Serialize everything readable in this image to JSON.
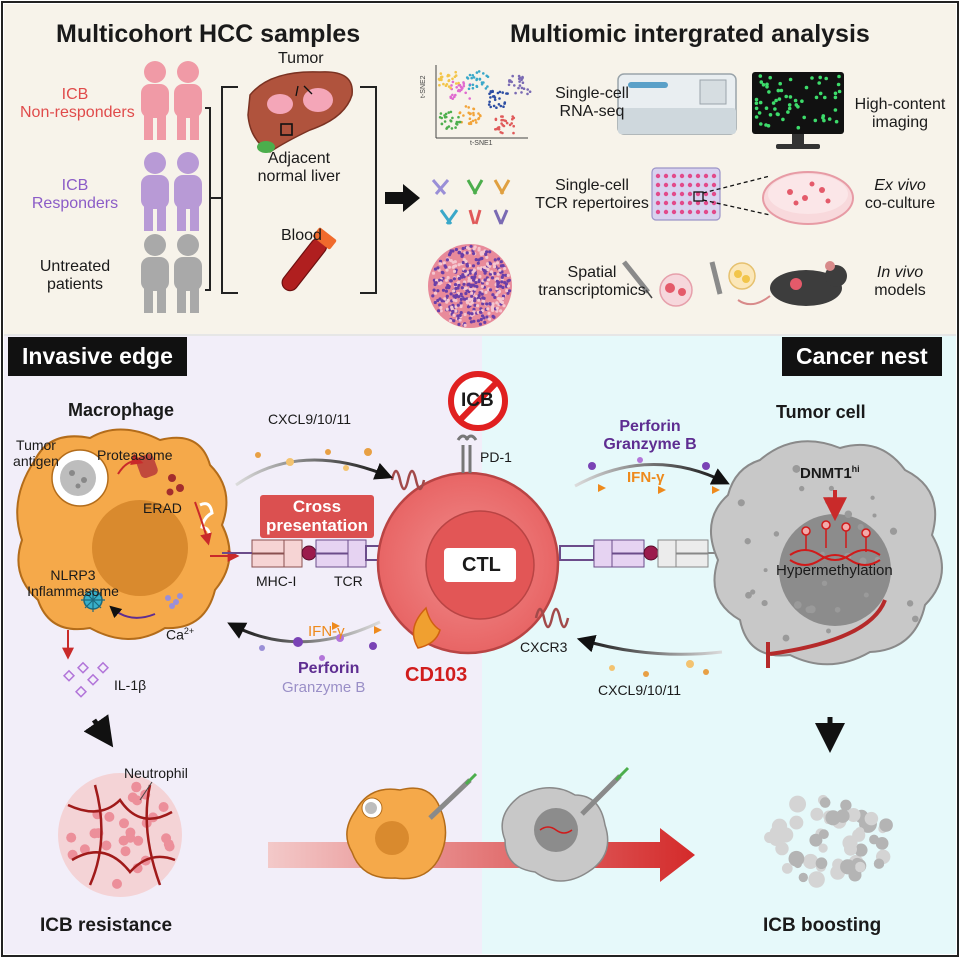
{
  "top": {
    "left_title": "Multicohort HCC samples",
    "right_title": "Multiomic intergrated analysis",
    "cohorts": {
      "non_responders": [
        "ICB",
        "Non-responders"
      ],
      "responders": [
        "ICB",
        "Responders"
      ],
      "untreated": [
        "Untreated",
        "patients"
      ]
    },
    "samples": {
      "tumor": "Tumor",
      "adjacent": [
        "Adjacent",
        "normal liver"
      ],
      "blood": "Blood"
    },
    "tsne": {
      "xlabel": "t-SNE1",
      "ylabel": "t-SNE2"
    },
    "methods": {
      "scrna": [
        "Single-cell",
        "RNA-seq"
      ],
      "tcr": [
        "Single-cell",
        "TCR repertoires"
      ],
      "spatial": [
        "Spatial",
        "transcriptomics"
      ]
    },
    "validations": {
      "imaging": [
        "High-content",
        "imaging"
      ],
      "exvivo_italic": "Ex vivo",
      "exvivo_rest": "co-culture",
      "invivo_italic": "In vivo",
      "invivo_rest": "models"
    }
  },
  "bottom": {
    "left_tab": "Invasive edge",
    "right_tab": "Cancer nest",
    "macrophage": "Macrophage",
    "tumor_antigen": [
      "Tumor",
      "antigen"
    ],
    "proteasome": "Proteasome",
    "erad": "ERAD",
    "nlrp3": [
      "NLRP3",
      "Inflammasome"
    ],
    "ca": "Ca",
    "ca_sup": "2+",
    "il1b": "IL-1β",
    "cxcl_left": "CXCL9/10/11",
    "icb": "ICB",
    "pd1": "PD-1",
    "cross_presentation": [
      "Cross",
      "presentation"
    ],
    "mhc": "MHC-I",
    "tcr": "TCR",
    "ctl": "CTL",
    "ifng_left": "IFN-γ",
    "perforin_left": "Perforin",
    "granzyme_left": "Granzyme B",
    "cd103": "CD103",
    "perforin_right": "Perforin",
    "granzyme_right": "Granzyme B",
    "ifng_right": "IFN-γ",
    "tumor_cell": "Tumor cell",
    "dnmt1": "DNMT1",
    "dnmt1_sup": "hi",
    "hypermethylation": "Hypermethylation",
    "cxcr3": "CXCR3",
    "cxcl_right": "CXCL9/10/11",
    "neutrophil": "Neutrophil",
    "icb_resistance": "ICB resistance",
    "icb_boosting": "ICB boosting"
  },
  "colors": {
    "top_bg": "#f7f3ea",
    "left_bg": "#f2eef9",
    "right_bg": "#e6f9fa",
    "macrophage": "#f5a94a",
    "ctl": "#ef7777",
    "tumor": "#c8c8c8",
    "arrow_red": "#c92a2a"
  }
}
